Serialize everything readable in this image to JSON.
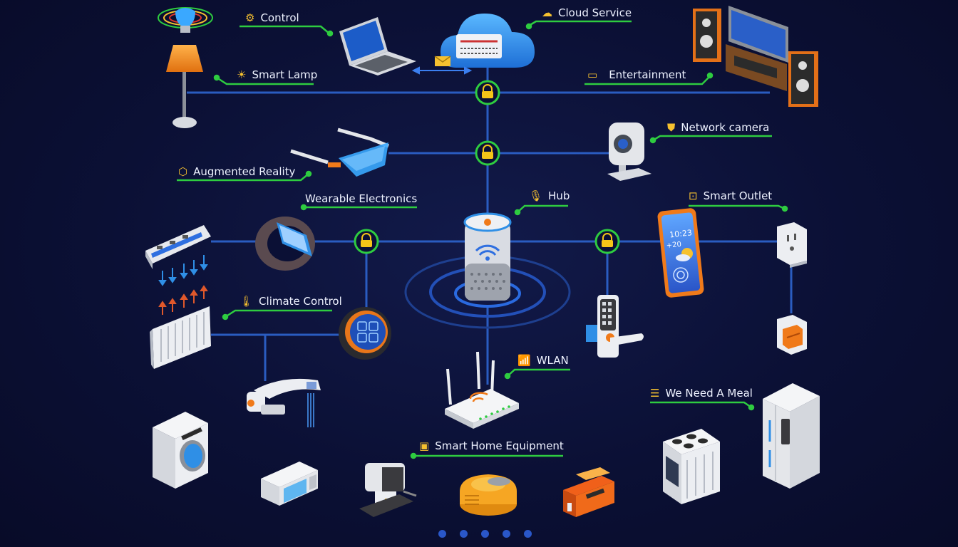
{
  "labels": {
    "control": "Control",
    "cloud_service": "Cloud Service",
    "smart_lamp": "Smart Lamp",
    "entertainment": "Entertainment",
    "network_camera": "Network camera",
    "augmented_reality": "Augmented Reality",
    "wearable_electronics": "Wearable Electronics",
    "hub": "Hub",
    "smart_outlet": "Smart Outlet",
    "climate_control": "Climate Control",
    "wlan": "WLAN",
    "we_need_a_meal": "We Need A Meal",
    "smart_home_equipment": "Smart Home Equipment"
  },
  "phone": {
    "time": "10:23",
    "temp": "+20"
  },
  "colors": {
    "background": "#0b1035",
    "network_line": "#2a5cc0",
    "leader_line": "#2ecc40",
    "lock_ring": "#2ecc40",
    "lock_fill": "#f5c518",
    "label_text": "#eef2ff",
    "icon_accent": "#f6c12f",
    "device_orange": "#f07a1a",
    "device_blue": "#2f8fe6"
  },
  "pagination": {
    "dot_count": 5
  }
}
